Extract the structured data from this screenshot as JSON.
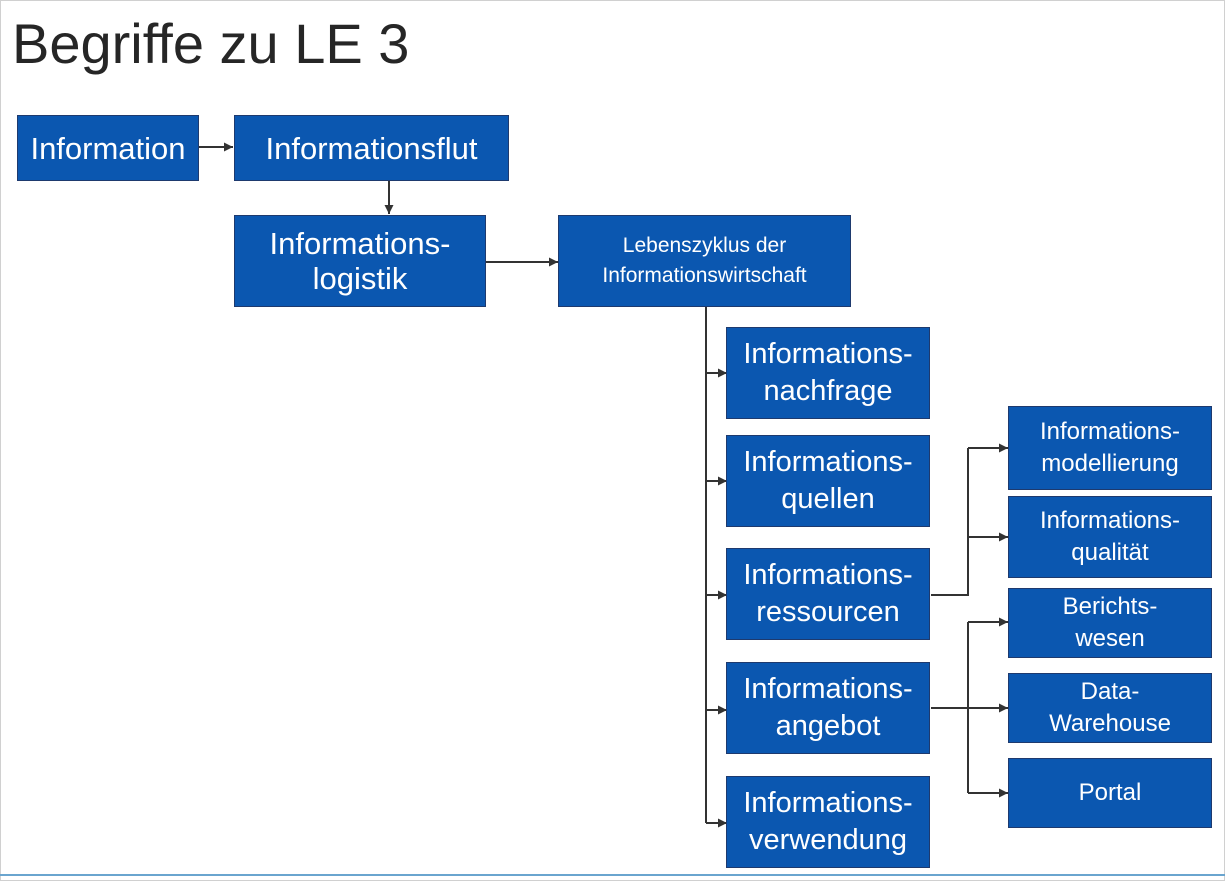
{
  "title": "Begriffe zu LE 3",
  "nodes": {
    "information": "Information",
    "flut": "Informationsflut",
    "logistik": "Informations-\nlogistik",
    "lebenszyklus": "Lebenszyklus der\nInformationswirtschaft",
    "nachfrage": "Informations-\nnachfrage",
    "quellen": "Informations-\nquellen",
    "ressourcen": "Informations-\nressourcen",
    "angebot": "Informations-\nangebot",
    "verwendung": "Informations-\nverwendung",
    "modellierung": "Informations-\nmodellierung",
    "qualitaet": "Informations-\nqualität",
    "bericht": "Berichts-\nwesen",
    "warehouse": "Data-\nWarehouse",
    "portal": "Portal"
  },
  "colors": {
    "box_fill": "#0b57b0",
    "box_border": "#1e3a6e",
    "connector": "#333333",
    "title_text": "#262626",
    "accent_line": "#6aa5cf"
  }
}
